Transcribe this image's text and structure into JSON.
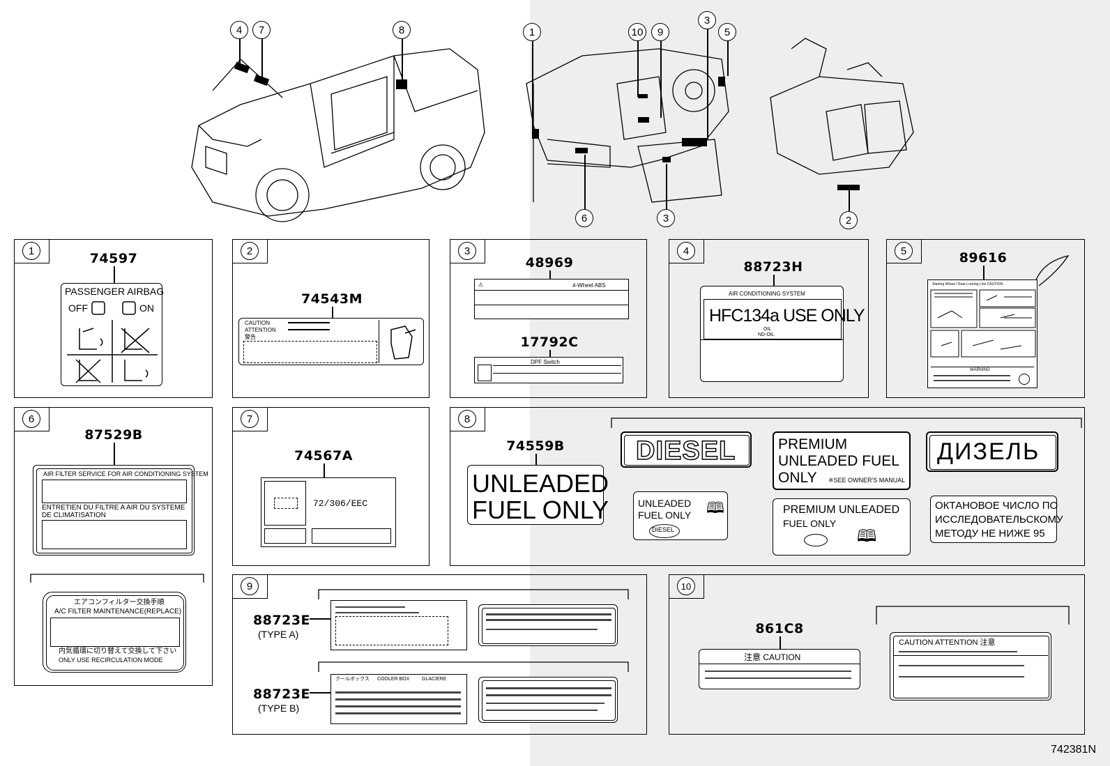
{
  "diagram_id": "742381N",
  "callouts": {
    "c1": "1",
    "c2": "2",
    "c3": "3",
    "c4": "4",
    "c5": "5",
    "c6": "6",
    "c7": "7",
    "c8": "8",
    "c9": "9",
    "c10": "10"
  },
  "panels": {
    "p1": {
      "num": "1",
      "part": "74597",
      "title": "PASSENGER AIRBAG",
      "off": "OFF",
      "on": "ON"
    },
    "p2": {
      "num": "2",
      "part": "74543M",
      "l1": "CAUTION",
      "l2": "ATTENTION",
      "l3": "警告"
    },
    "p3": {
      "num": "3",
      "part_a": "48969",
      "text_a": "4-Wheel ABS",
      "part_b": "17792C",
      "text_b": "DPF Switch"
    },
    "p4": {
      "num": "4",
      "part": "88723H",
      "header": "AIR CONDITIONING SYSTEM",
      "main": "HFC134a USE ONLY",
      "oil1": "OIL",
      "oil2": "ND-OIL"
    },
    "p5": {
      "num": "5",
      "part": "89616",
      "header": "Starting Wheel / Rear Locking Line CAUTION",
      "warn": "WARNING"
    },
    "p6": {
      "num": "6",
      "part": "87529B",
      "t1": "AIR FILTER SERVICE FOR AIR CONDITIONING SYSTEM",
      "t2": "ENTRETIEN DU FILTRE A AIR DU SYSTEME",
      "t3": "DE CLIMATISATION",
      "j1": "エアコンフィルター交換手順",
      "j2": "A/C FILTER MAINTENANCE(REPLACE)",
      "j3": "内気循環に切り替えて交換して下さい",
      "j4": "ONLY USE RECIRCULATION MODE"
    },
    "p7": {
      "num": "7",
      "part": "74567A",
      "code": "72/306/EEC"
    },
    "p8": {
      "num": "8",
      "part": "74559B",
      "unl1": "UNLEADED",
      "unl2": "FUEL ONLY",
      "diesel": "DIESEL",
      "prem1": "PREMIUM",
      "prem2": "UNLEADED FUEL",
      "prem3": "ONLY",
      "prem_note": "※SEE OWNER'S MANUAL",
      "ru_diesel": "ДИЗЕЛЬ",
      "s_unl1": "UNLEADED",
      "s_unl2": "FUEL ONLY",
      "s_diesel": "DIESEL",
      "pu1": "PREMIUM UNLEADED",
      "pu2": "FUEL ONLY",
      "ru1": "ОКТАНОВОЕ ЧИСЛО ПО",
      "ru2": "ИССЛЕДОВАТЕЛЬСКОМУ",
      "ru3": "МЕТОДУ НЕ НИЖЕ 95"
    },
    "p9": {
      "num": "9",
      "part_a": "88723E",
      "type_a": "(TYPE A)",
      "part_b": "88723E",
      "type_b": "(TYPE B)",
      "box_b1": "クールボックス",
      "box_b2": "COOLER BOX",
      "box_b3": "GLACIERE"
    },
    "p10": {
      "num": "10",
      "part": "861C8",
      "caution": "注意 CAUTION",
      "caution2": "CAUTION ATTENTION 注意"
    }
  }
}
